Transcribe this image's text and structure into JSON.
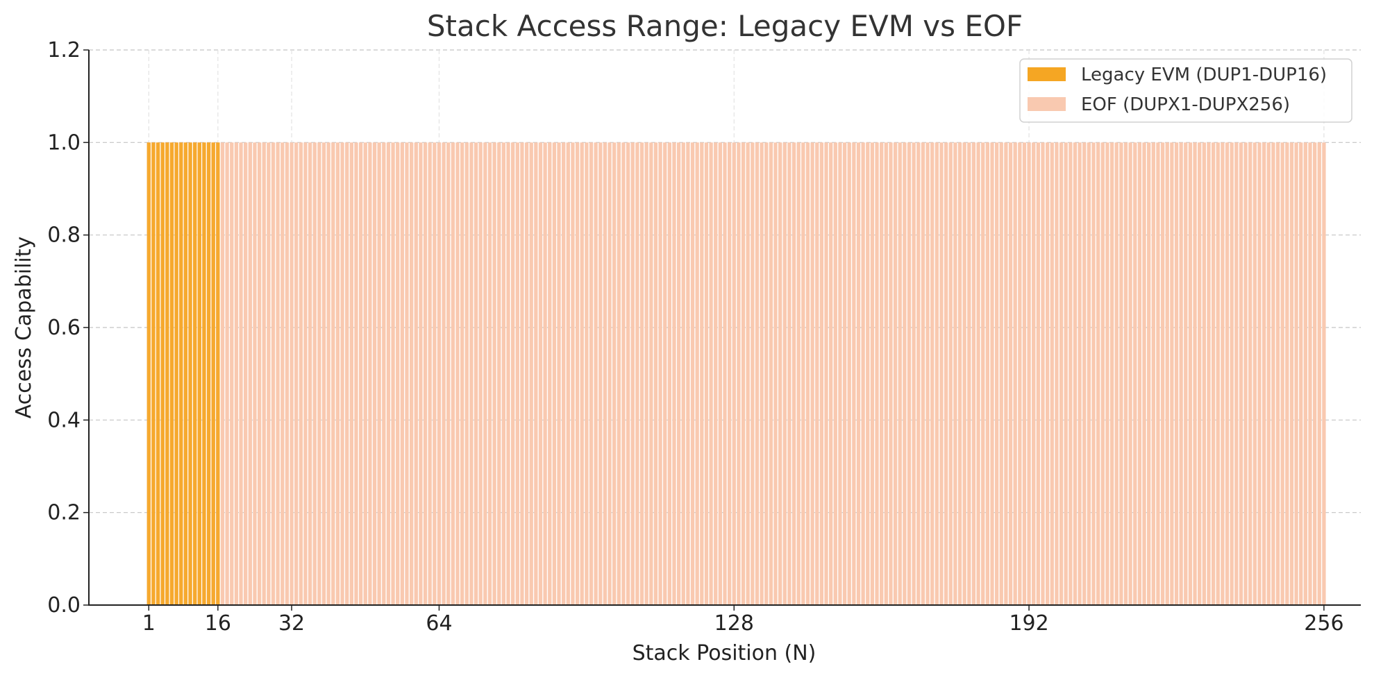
{
  "chart_data": {
    "type": "bar",
    "title": "Stack Access Range: Legacy EVM vs EOF",
    "xlabel": "Stack Position (N)",
    "ylabel": "Access Capability",
    "xticks": [
      1,
      16,
      32,
      64,
      128,
      192,
      256
    ],
    "yticks": [
      "0.0",
      "0.2",
      "0.4",
      "0.6",
      "0.8",
      "1.0",
      "1.2"
    ],
    "xlim": [
      -12,
      264
    ],
    "ylim": [
      0,
      1.2
    ],
    "grid": true,
    "legend_position": "top-right",
    "series": [
      {
        "name": "Legacy EVM (DUP1-DUP16)",
        "x_start": 1,
        "x_end": 16,
        "value": 1.0,
        "color": "#f5a623"
      },
      {
        "name": "EOF (DUPX1-DUPX256)",
        "x_start": 1,
        "x_end": 256,
        "value": 1.0,
        "color": "#f9c9b0"
      }
    ]
  }
}
